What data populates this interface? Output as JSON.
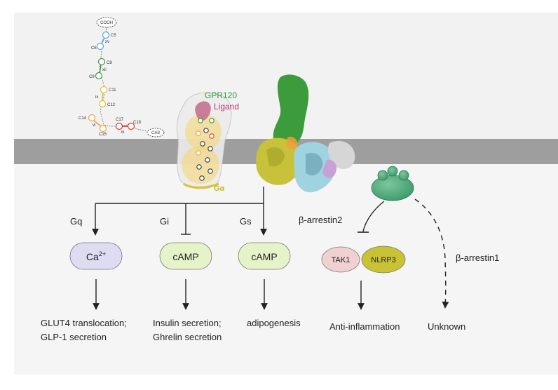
{
  "receptor": {
    "name": "GPR120",
    "ligand": "Ligand",
    "g_alpha": "Gα"
  },
  "ligand_structure": {
    "top_group": "COOH",
    "bottom_group": "CH3",
    "carbons": [
      "C5",
      "C6",
      "C8",
      "C9",
      "C11",
      "C12",
      "C14",
      "C15",
      "C17",
      "C18"
    ],
    "bonds": [
      "xv",
      "xii",
      "ix",
      "vi",
      "iii"
    ]
  },
  "pathways": {
    "gq": {
      "label": "Gq",
      "node": "Ca",
      "node_sup": "2+",
      "outcome_line1": "GLUT4 translocation;",
      "outcome_line2": "GLP-1 secretion"
    },
    "gi": {
      "label": "Gi",
      "node": "cAMP",
      "outcome_line1": "Insulin secretion;",
      "outcome_line2": "Ghrelin secretion"
    },
    "gs": {
      "label": "Gs",
      "node": "cAMP",
      "outcome_line1": "adipogenesis"
    },
    "arrestin2": {
      "label": "β-arrestin2",
      "node_a": "TAK1",
      "node_b": "NLRP3",
      "outcome_line1": "Anti-inflammation"
    },
    "arrestin1": {
      "label": "β-arrestin1",
      "outcome_line1": "Unknown"
    }
  },
  "colors": {
    "membrane": "#9e9e9e",
    "extracellular": "#f3f3f3",
    "intracellular": "#f4f4f4",
    "ca_node": "#dedcf1",
    "camp_node": "#e6f2c8",
    "tak1": "#f0d0d0",
    "nlrp3": "#c9c234",
    "arrestin": "#4aab7a",
    "receptor_green": "#2f9a3a",
    "ligand_pink": "#c0306d"
  }
}
